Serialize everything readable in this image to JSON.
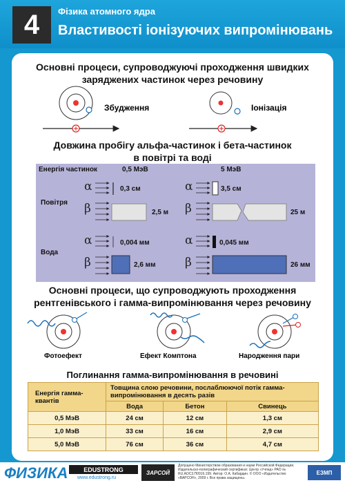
{
  "header": {
    "number": "4",
    "subtitle": "Фізика атомного ядра",
    "title": "Властивості іонізуючих випромінювань"
  },
  "section1": {
    "heading_line1": "Основні процеси, супроводжуючі проходження швидких",
    "heading_line2": "заряджених частинок через речовину",
    "excitation_label": "Збудження",
    "ionization_label": "Іонізація"
  },
  "section2": {
    "heading_line1": "Довжина пробігу альфа-частинок і бета-частинок",
    "heading_line2": "в повітрі та воді",
    "energy_label": "Енергія частинок",
    "energy_low": "0,5 МэВ",
    "energy_high": "5 МэВ",
    "air_label": "Повітря",
    "water_label": "Вода",
    "alpha_symbol": "α",
    "beta_symbol": "β",
    "air_alpha_low": "0,3 см",
    "air_alpha_high": "3,5 см",
    "air_beta_low": "2,5 м",
    "air_beta_high": "25 м",
    "water_alpha_low": "0,004 мм",
    "water_alpha_high": "0,045 мм",
    "water_beta_low": "2,6 мм",
    "water_beta_high": "26 мм"
  },
  "section3": {
    "heading_line1": "Основні процеси, що супроводжують проходження",
    "heading_line2": "рентгенівського і гамма-випромінювання через речовину",
    "photo_label": "Фотоефект",
    "compton_label": "Ефект Комптона",
    "pair_label": "Народження пари"
  },
  "section4": {
    "heading": "Поглинання гамма-випромінювання в речовині",
    "col_energy": "Енергія гамма-квантів",
    "col_group": "Товщина слою речовини, послаблюючої потік гамма-випромінювання в десять разів",
    "col_water": "Вода",
    "col_concrete": "Бетон",
    "col_lead": "Свинець",
    "rows": [
      {
        "energy": "0,5 МэВ",
        "water": "24 см",
        "concrete": "12 см",
        "lead": "1,3 см"
      },
      {
        "energy": "1,0 МэВ",
        "water": "33 см",
        "concrete": "16 см",
        "lead": "2,9 см"
      },
      {
        "energy": "5,0 МэВ",
        "water": "76 см",
        "concrete": "36 см",
        "lead": "4,7 см"
      }
    ]
  },
  "footer": {
    "brand": "ФИЗИКА",
    "edu_brand": "EDUSTRONG",
    "edu_url": "www.edustrong.ru",
    "publisher": "ЗАРСОЙ",
    "approval": "Допущено Министерством образования и науки Российской Федерации. Издательско-полиграфический сертификат. Центр «Учпед» РАО № RU.АОС3.П0016.199. Автор: О.А. Кабардин. © ООО «Издательство «ВАРСОН», 2009 г. Все права защищены.",
    "logo2": "ЕЗМП"
  },
  "colors": {
    "background": "#1597cf",
    "panel": "#ffffff",
    "range_box": "#b6b3d8",
    "table_header": "#f2d68a",
    "table_cell": "#fbf0cc",
    "water_bar": "#4f6fb8",
    "air_bar": "#e4e4e4"
  }
}
